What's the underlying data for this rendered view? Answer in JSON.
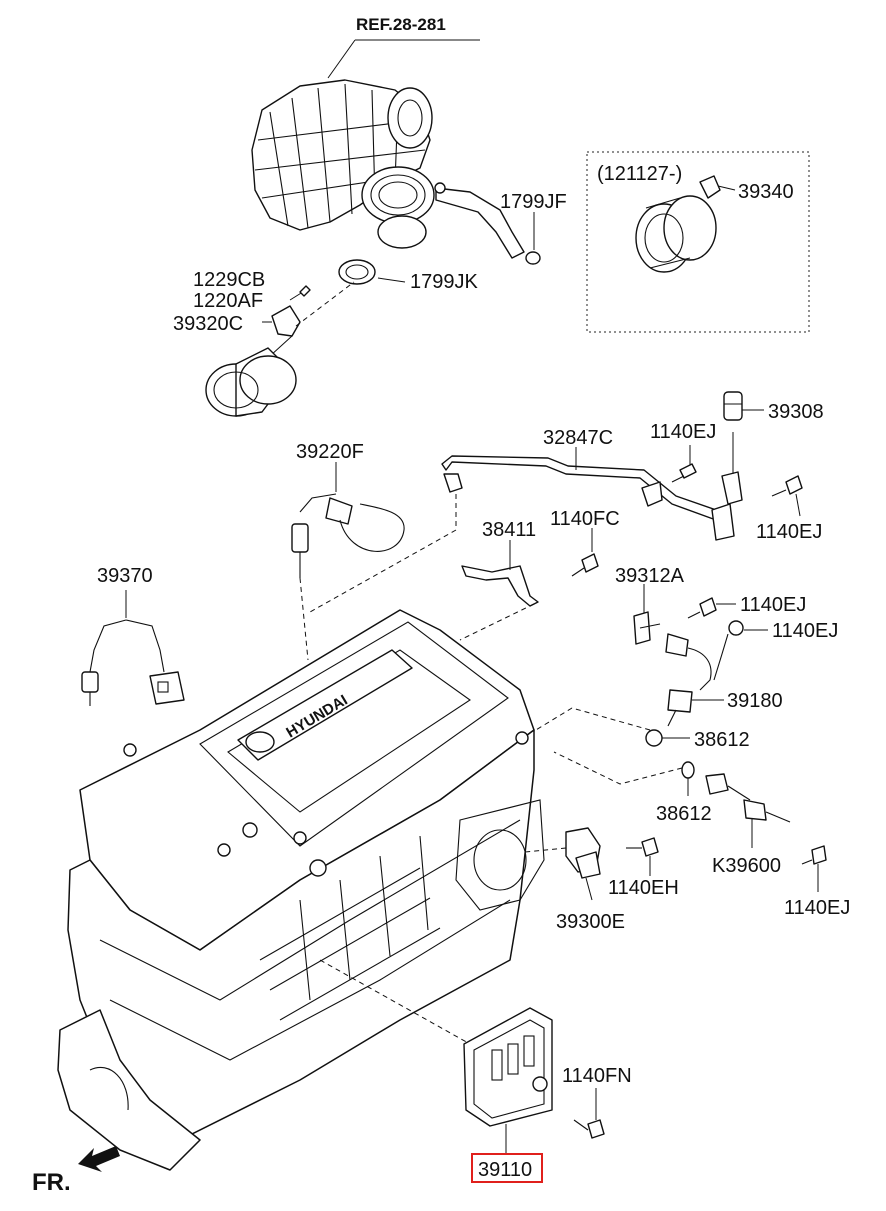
{
  "reference": "REF.28-281",
  "date_note": "(121127-)",
  "direction_label": "FR.",
  "brand_mark": "HYUNDAI",
  "highlight_color": "#e0201c",
  "labels": {
    "p1799JF": "1799JF",
    "p39340": "39340",
    "p1229CB": "1229CB",
    "p1220AF": "1220AF",
    "p39320C": "39320C",
    "p1799JK": "1799JK",
    "p39308": "39308",
    "p1140EJ_a": "1140EJ",
    "p32847C": "32847C",
    "p39220F": "39220F",
    "p1140EJ_b": "1140EJ",
    "p38411": "38411",
    "p1140FC": "1140FC",
    "p39370": "39370",
    "p39312A": "39312A",
    "p1140EJ_c": "1140EJ",
    "p1140EJ_d": "1140EJ",
    "p39180": "39180",
    "p38612_a": "38612",
    "p38612_b": "38612",
    "pK39600": "K39600",
    "p1140EH": "1140EH",
    "p39300E": "39300E",
    "p1140EJ_e": "1140EJ",
    "p1140FN": "1140FN",
    "p39110": "39110"
  }
}
